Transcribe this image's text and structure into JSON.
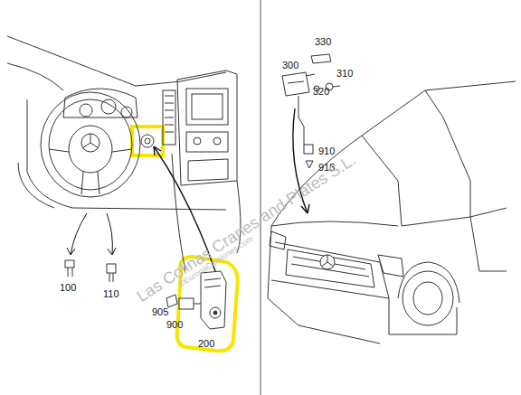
{
  "diagram": {
    "labels": [
      "330",
      "300",
      "310",
      "320",
      "910",
      "915",
      "905",
      "900",
      "200",
      "100",
      "110",
      "Las Colinas Cranes and Plates S.L.",
      "©EuropaCamiones.com"
    ]
  }
}
